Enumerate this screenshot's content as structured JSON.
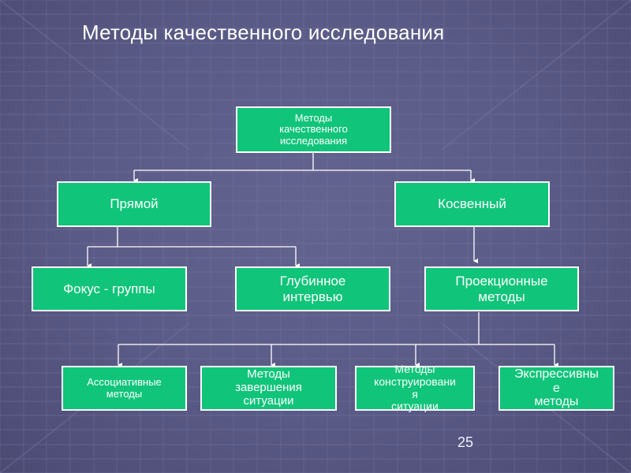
{
  "title": "Методы качественного исследования",
  "page_number": "25",
  "colors": {
    "background": "#5e5e8a",
    "grid_line": "#7a7aa6",
    "box_fill": "#10c47a",
    "box_border": "#ffffff",
    "text": "#ffffff"
  },
  "nodes": {
    "root": "Методы\nкачественного\nисследования",
    "direct": "Прямой",
    "indirect": "Косвенный",
    "focus_groups": "Фокус - группы",
    "in_depth": "Глубинное\nинтервью",
    "projective": "Проекционные\nметоды",
    "associative": "Ассоциативные\nметоды",
    "completion": "Методы\nзавершения\nситуации",
    "construction": "Методы\nконструировани\nя\nситуации",
    "expressive": "Экспрессивны\nе\nметоды"
  }
}
